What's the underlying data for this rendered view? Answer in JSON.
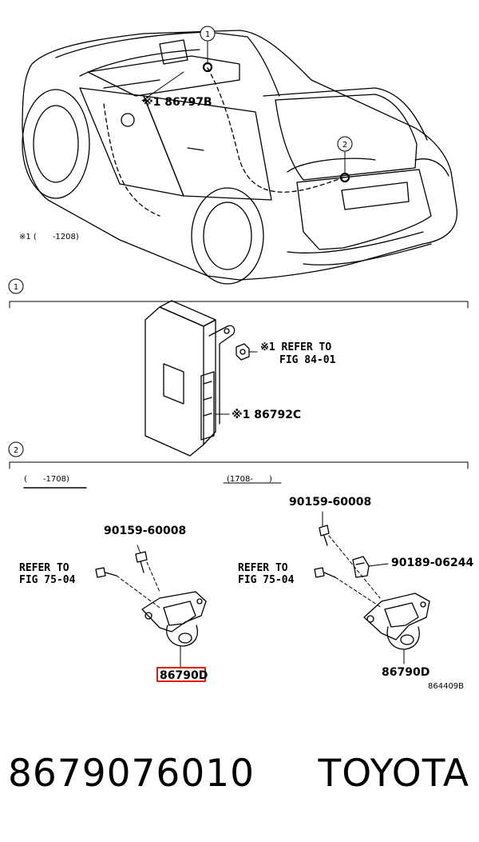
{
  "diagram": {
    "car_labels": {
      "note_code": "※1 86797B",
      "date_note": "※1 (　　-1208)"
    },
    "callouts": [
      "1",
      "2"
    ],
    "section1": {
      "number": "1",
      "refer_line1": "※1 REFER TO",
      "refer_line2": "FIG 84-01",
      "part": "※1 86792C"
    },
    "section2": {
      "number": "2",
      "left_range": "(　　-1708)",
      "right_range": "(1708-　　)",
      "left": {
        "screw": "90159-60008",
        "refer_line1": "REFER TO",
        "refer_line2": "FIG 75-04",
        "camera": "86790D"
      },
      "right": {
        "screw": "90159-60008",
        "clip": "90189-06244",
        "refer_line1": "REFER TO",
        "refer_line2": "FIG 75-04",
        "camera": "86790D"
      },
      "fig_code": "864409B"
    },
    "colors": {
      "highlight": "#e01818",
      "ink": "#000000"
    }
  },
  "footer": {
    "part_number": "8679076010",
    "brand": "TOYOTA"
  }
}
